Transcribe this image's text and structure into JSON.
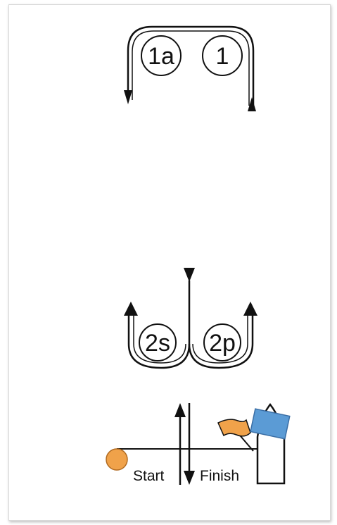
{
  "diagram": {
    "marks": {
      "mark_1a": "1a",
      "mark_1": "1",
      "mark_2s": "2s",
      "mark_2p": "2p"
    },
    "line_labels": {
      "start": "Start",
      "finish": "Finish"
    },
    "colors": {
      "ink": "#111111",
      "start_buoy": "#f0a24a",
      "flag": "#f0a24a",
      "committee_box": "#5b9bd5"
    }
  }
}
